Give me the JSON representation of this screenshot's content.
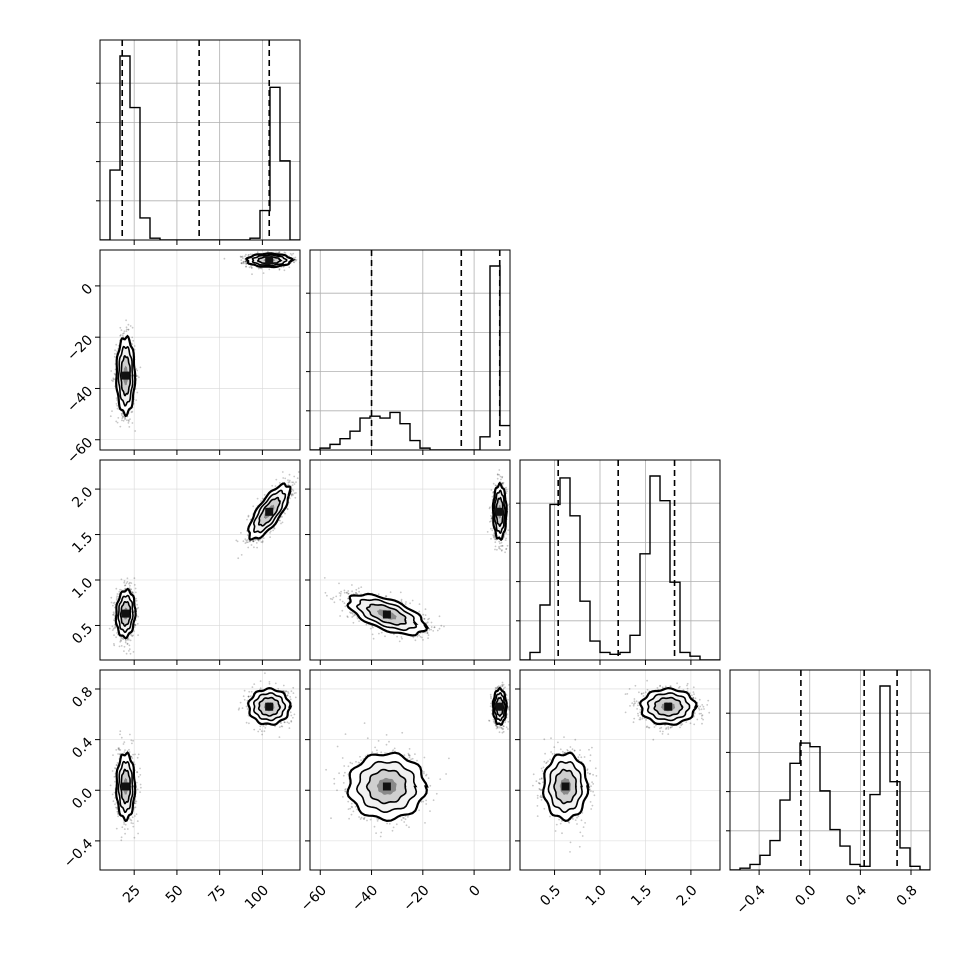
{
  "chart_data": {
    "type": "corner",
    "n_params": 4,
    "ranges": [
      [
        5,
        122
      ],
      [
        -64,
        14
      ],
      [
        0.12,
        2.32
      ],
      [
        -0.63,
        0.95
      ]
    ],
    "ticks": [
      [
        25,
        50,
        75,
        100
      ],
      [
        -60,
        -40,
        -20,
        0
      ],
      [
        0.5,
        1.0,
        1.5,
        2.0
      ],
      [
        -0.4,
        0.0,
        0.4,
        0.8
      ]
    ],
    "tick_labels": [
      [
        "25",
        "50",
        "75",
        "100"
      ],
      [
        "−60",
        "−40",
        "−20",
        "0"
      ],
      [
        "0.5",
        "1.0",
        "1.5",
        "2.0"
      ],
      [
        "−0.4",
        "0.0",
        "0.4",
        "0.8"
      ]
    ],
    "grid": true,
    "histograms": [
      {
        "edges_range": [
          5,
          122
        ],
        "bins": 20,
        "counts": [
          0,
          0.38,
          1.0,
          0.72,
          0.12,
          0.01,
          0,
          0,
          0,
          0,
          0,
          0,
          0,
          0,
          0,
          0.01,
          0.16,
          0.83,
          0.43,
          0.0
        ],
        "quantiles": [
          18,
          63,
          104
        ]
      },
      {
        "edges_range": [
          -64,
          14
        ],
        "bins": 20,
        "counts": [
          0,
          0.01,
          0.03,
          0.06,
          0.1,
          0.17,
          0.18,
          0.17,
          0.2,
          0.14,
          0.05,
          0.01,
          0,
          0,
          0,
          0,
          0,
          0.07,
          0.98,
          0.13
        ],
        "quantiles": [
          -40,
          -5,
          10
        ]
      },
      {
        "edges_range": [
          0.12,
          2.32
        ],
        "bins": 20,
        "counts": [
          0,
          0.04,
          0.29,
          0.82,
          0.96,
          0.76,
          0.31,
          0.1,
          0.04,
          0.03,
          0.04,
          0.13,
          0.56,
          0.97,
          0.84,
          0.41,
          0.04,
          0.02,
          0,
          0
        ],
        "quantiles": [
          0.54,
          1.2,
          1.82
        ]
      },
      {
        "edges_range": [
          -0.63,
          0.95
        ],
        "bins": 20,
        "counts": [
          0,
          0.01,
          0.03,
          0.08,
          0.16,
          0.38,
          0.58,
          0.69,
          0.67,
          0.43,
          0.22,
          0.13,
          0.03,
          0.02,
          0.41,
          1.0,
          0.48,
          0.12,
          0.02,
          0
        ],
        "quantiles": [
          -0.07,
          0.43,
          0.69
        ]
      }
    ],
    "pairs": [
      {
        "row": 1,
        "col": 0,
        "modes": [
          {
            "mean": [
              104,
              10
            ],
            "std": [
              6.5,
              1.3
            ],
            "rho": 0.0,
            "weight": 0.5
          },
          {
            "mean": [
              20,
              -35
            ],
            "std": [
              2.7,
              7.5
            ],
            "rho": 0.0,
            "weight": 0.5
          }
        ]
      },
      {
        "row": 2,
        "col": 0,
        "modes": [
          {
            "mean": [
              104,
              1.75
            ],
            "std": [
              6.0,
              0.15
            ],
            "rho": 0.75,
            "weight": 0.5
          },
          {
            "mean": [
              20,
              0.63
            ],
            "std": [
              2.8,
              0.13
            ],
            "rho": 0.1,
            "weight": 0.5
          }
        ]
      },
      {
        "row": 2,
        "col": 1,
        "modes": [
          {
            "mean": [
              10,
              1.75
            ],
            "std": [
              1.3,
              0.15
            ],
            "rho": 0.0,
            "weight": 0.5
          },
          {
            "mean": [
              -34,
              0.62
            ],
            "std": [
              7.5,
              0.11
            ],
            "rho": -0.6,
            "weight": 0.5
          }
        ]
      },
      {
        "row": 3,
        "col": 0,
        "modes": [
          {
            "mean": [
              104,
              0.66
            ],
            "std": [
              6.0,
              0.07
            ],
            "rho": 0.0,
            "weight": 0.5
          },
          {
            "mean": [
              20,
              0.03
            ],
            "std": [
              2.7,
              0.13
            ],
            "rho": 0.0,
            "weight": 0.5
          }
        ]
      },
      {
        "row": 3,
        "col": 1,
        "modes": [
          {
            "mean": [
              10,
              0.66
            ],
            "std": [
              1.3,
              0.07
            ],
            "rho": 0.0,
            "weight": 0.5
          },
          {
            "mean": [
              -34,
              0.03
            ],
            "std": [
              7.5,
              0.13
            ],
            "rho": 0.0,
            "weight": 0.5
          }
        ]
      },
      {
        "row": 3,
        "col": 2,
        "modes": [
          {
            "mean": [
              1.75,
              0.66
            ],
            "std": [
              0.15,
              0.07
            ],
            "rho": 0.0,
            "weight": 0.5
          },
          {
            "mean": [
              0.62,
              0.03
            ],
            "std": [
              0.12,
              0.13
            ],
            "rho": 0.0,
            "weight": 0.5
          }
        ]
      }
    ],
    "title": "",
    "axis_labels": [
      "",
      "",
      "",
      ""
    ]
  }
}
